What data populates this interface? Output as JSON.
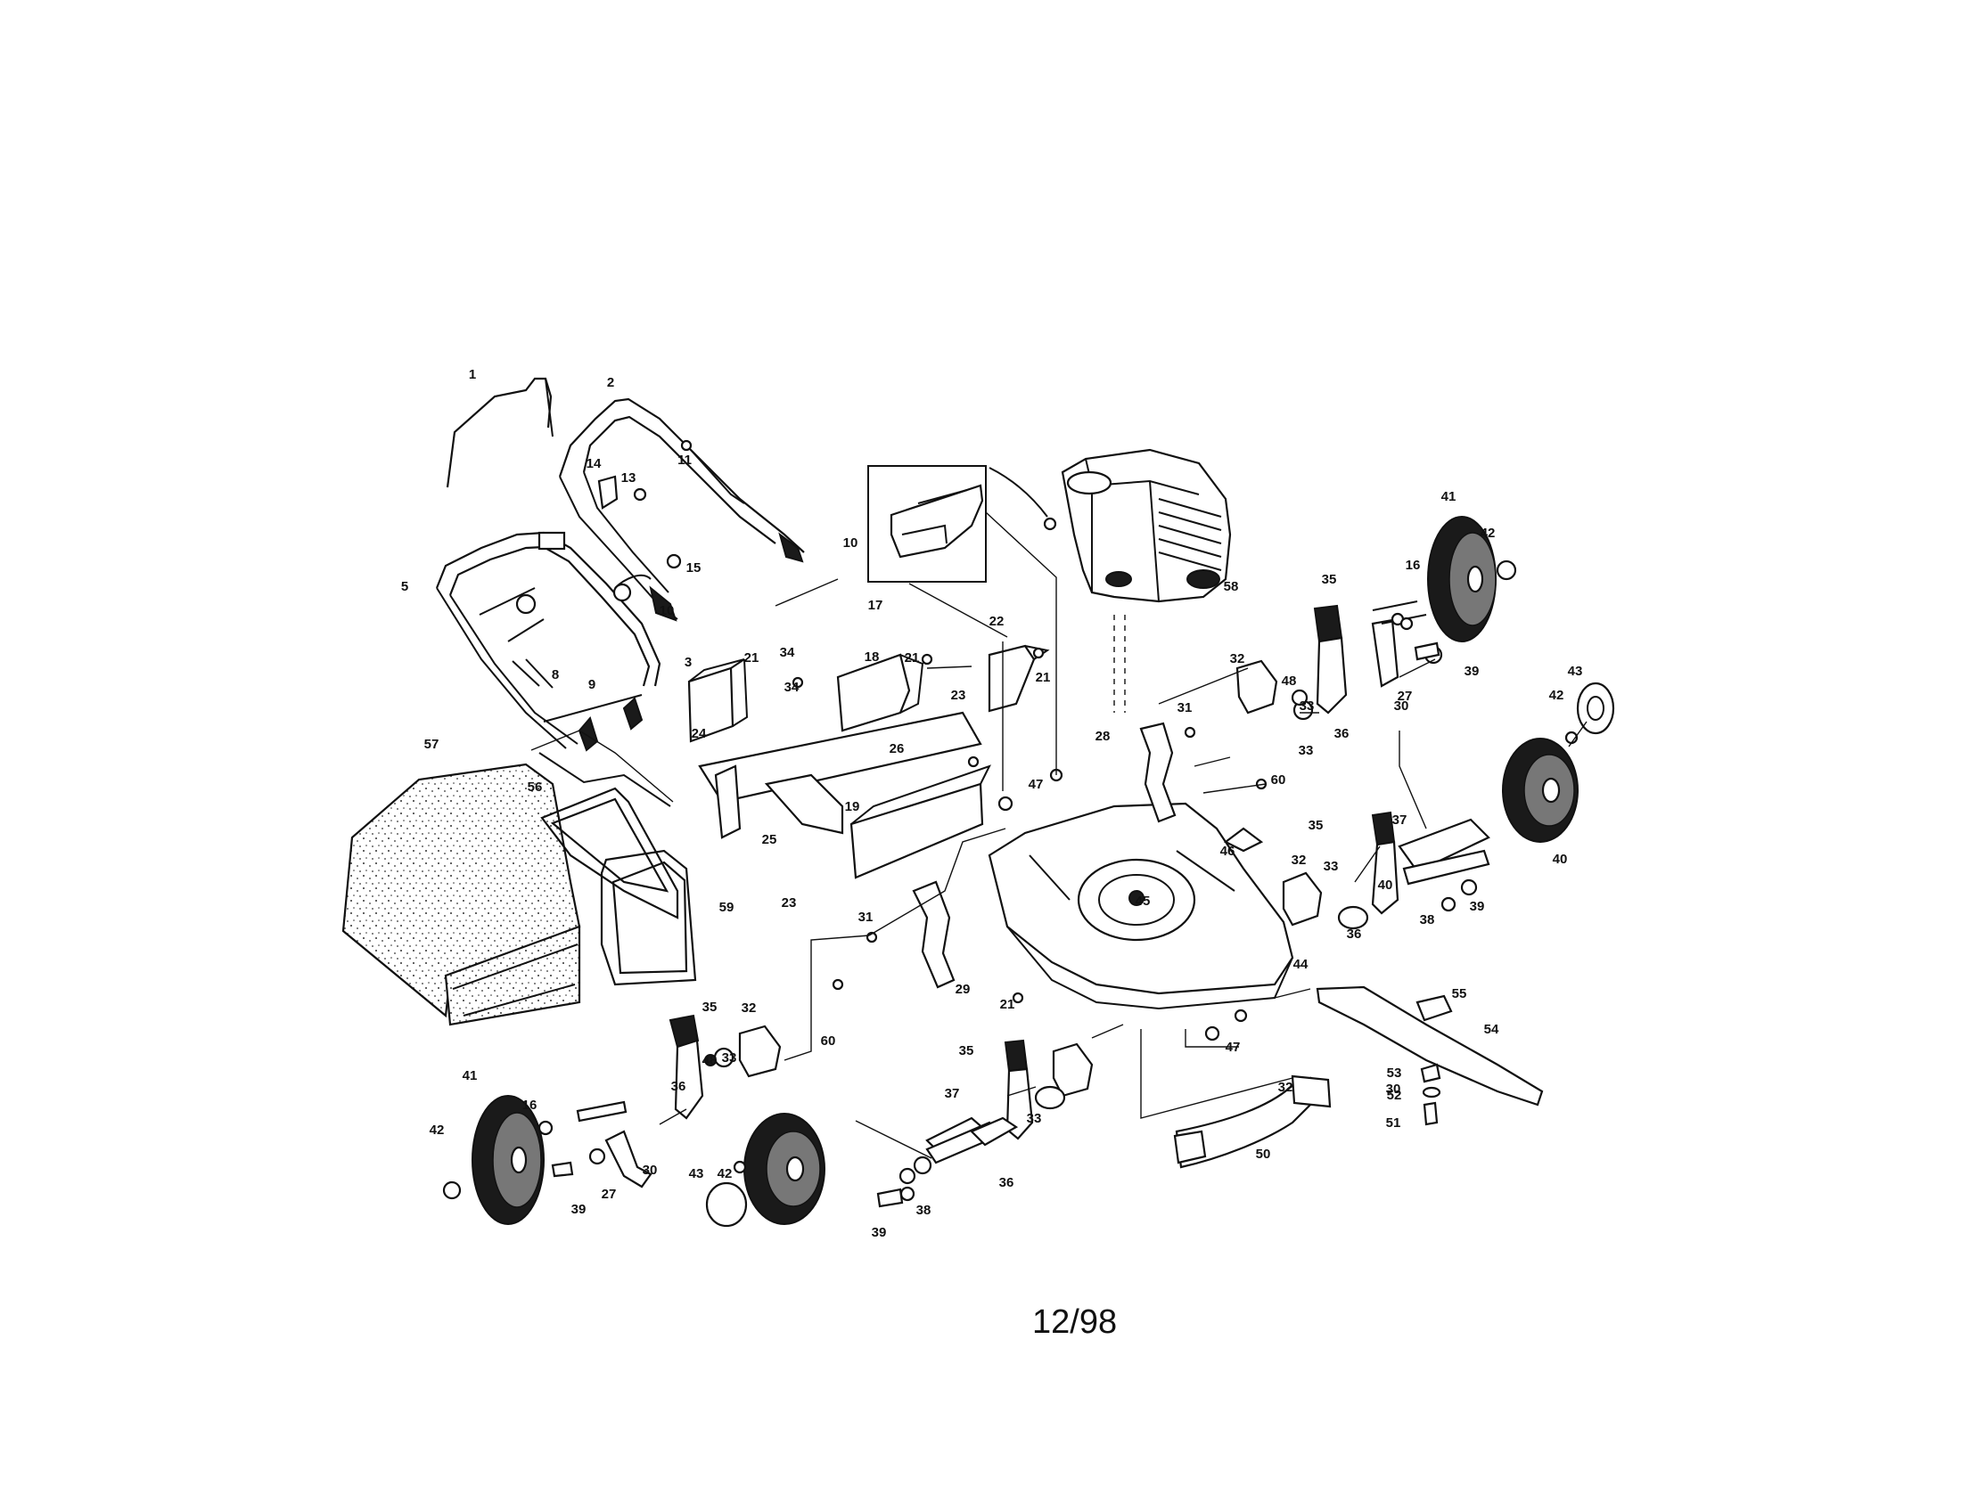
{
  "diagram": {
    "part_numbers": [
      "1",
      "2",
      "3",
      "5",
      "8",
      "9",
      "10",
      "10",
      "11",
      "13",
      "14",
      "15",
      "16",
      "16",
      "17",
      "18",
      "19",
      "21",
      "21",
      "21",
      "21",
      "22",
      "23",
      "23",
      "24",
      "25",
      "26",
      "27",
      "27",
      "28",
      "29",
      "30",
      "30",
      "30",
      "31",
      "31",
      "32",
      "32",
      "32",
      "32",
      "33",
      "33",
      "33",
      "33",
      "33",
      "34",
      "34",
      "35",
      "35",
      "35",
      "35",
      "36",
      "36",
      "36",
      "36",
      "37",
      "37",
      "38",
      "38",
      "39",
      "39",
      "39",
      "39",
      "40",
      "40",
      "41",
      "41",
      "42",
      "42",
      "42",
      "42",
      "43",
      "43",
      "44",
      "45",
      "46",
      "47",
      "47",
      "48",
      "48",
      "50",
      "51",
      "52",
      "53",
      "54",
      "55",
      "56",
      "57",
      "58",
      "59",
      "60",
      "60"
    ],
    "date_code": "12/98"
  }
}
